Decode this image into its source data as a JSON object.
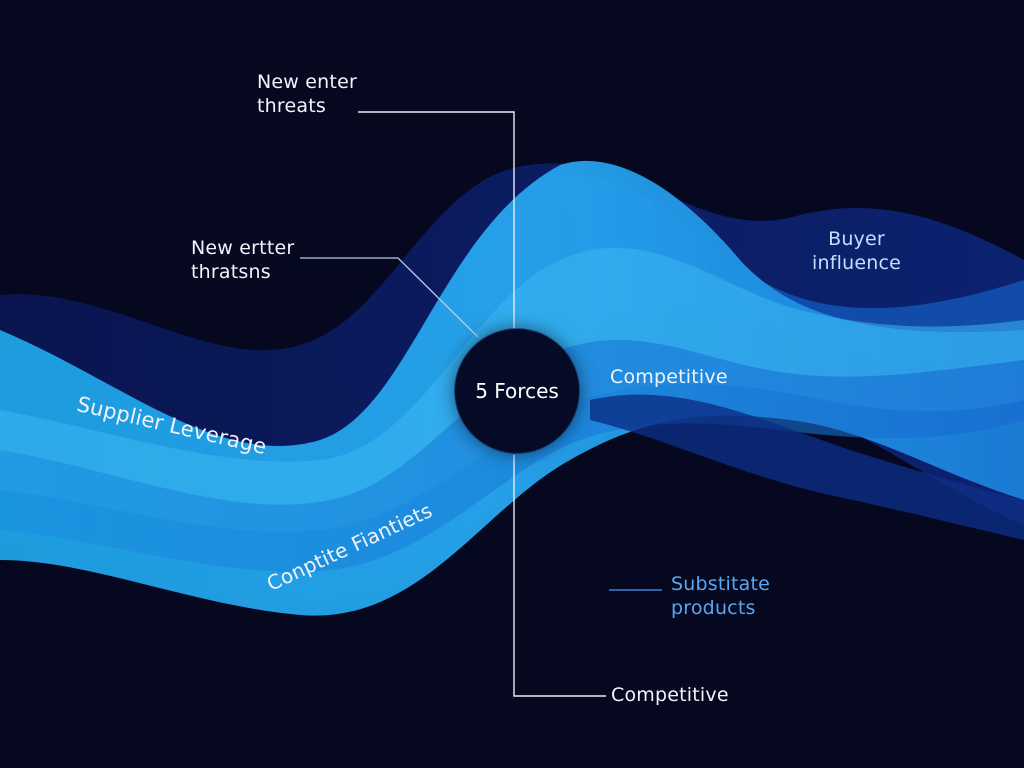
{
  "diagram": {
    "center": {
      "label": "5 Forces"
    },
    "labels": {
      "new_enter_top": "New enter\nthreats",
      "new_enter_mid": "New ertter\nthratsns",
      "buyer": "Buyer\ninfluence",
      "supplier": "Supplier Leverage",
      "competitive_mid": "Competitive",
      "conptite": "Conptite Fiantiets",
      "substitute": "Substitate\nproducts",
      "competitive_low": "Competitive"
    }
  },
  "colors": {
    "background": "#05081f",
    "wave_navy": "#0b1a5c",
    "wave_deep_blue": "#1358c0",
    "wave_mid_blue": "#1b86dd",
    "wave_light_blue": "#2ea4ec",
    "connector_white": "#e8ecf5",
    "connector_blue": "#3d7fd6"
  }
}
